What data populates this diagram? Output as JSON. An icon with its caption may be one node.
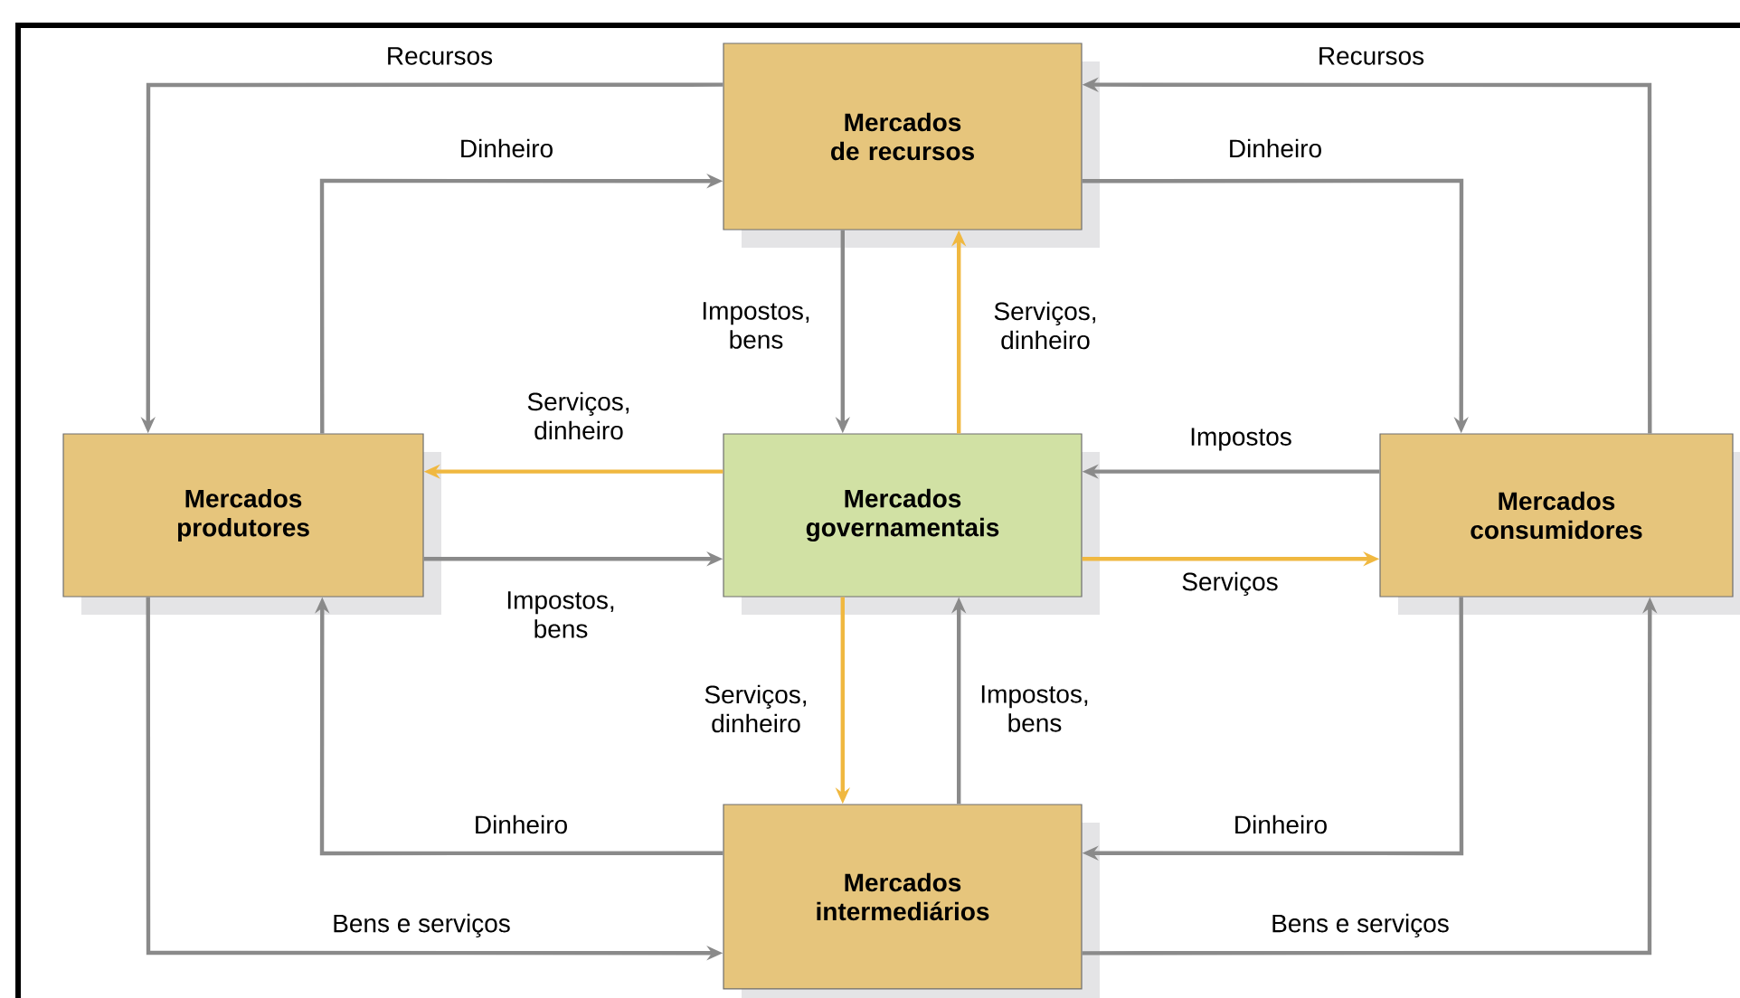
{
  "diagram": {
    "nodes": [
      {
        "text": [
          "Mercados de recursos"
        ]
      },
      {
        "text": [
          "Mercados produtores"
        ]
      },
      {
        "text": [
          "Mercados governamentais"
        ]
      },
      {
        "text": [
          "Mercados consumidores"
        ]
      },
      {
        "text": [
          "Mercados intermediários"
        ]
      }
    ],
    "edges": [
      {
        "from": 0,
        "to": 1,
        "arrow": "to",
        "label": "Recursos"
      },
      {
        "from": 1,
        "to": 0,
        "arrow": "to",
        "label": "Dinheiro"
      },
      {
        "from": 0,
        "to": 3,
        "arrow": "to",
        "label": "Dinheiro"
      },
      {
        "from": 3,
        "to": 0,
        "arrow": "to",
        "label": "Recursos"
      },
      {
        "from": 0,
        "to": 2,
        "arrow": "to",
        "label": "Impostos, bens"
      },
      {
        "from": 2,
        "to": 0,
        "arrow": "to",
        "label": "Serviços, dinheiro",
        "color": "#f0b840"
      },
      {
        "from": 2,
        "to": 1,
        "arrow": "to",
        "label": "Serviços, dinheiro",
        "color": "#f0b840"
      },
      {
        "from": 1,
        "to": 2,
        "arrow": "to",
        "label": "Impostos, bens"
      },
      {
        "from": 3,
        "to": 2,
        "arrow": "to",
        "label": "Impostos"
      },
      {
        "from": 2,
        "to": 3,
        "arrow": "to",
        "label": "Serviços",
        "color": "#f0b840"
      },
      {
        "from": 2,
        "to": 4,
        "arrow": "to",
        "label": "Serviços, dinheiro",
        "color": "#f0b840"
      },
      {
        "from": 4,
        "to": 2,
        "arrow": "to",
        "label": "Impostos, bens"
      },
      {
        "from": 4,
        "to": 1,
        "arrow": "to",
        "label": "Dinheiro"
      },
      {
        "from": 1,
        "to": 4,
        "arrow": "to",
        "label": "Bens e serviços"
      },
      {
        "from": 3,
        "to": 4,
        "arrow": "to",
        "label": "Dinheiro"
      },
      {
        "from": 4,
        "to": 3,
        "arrow": "to",
        "label": "Bens e serviços"
      }
    ]
  }
}
